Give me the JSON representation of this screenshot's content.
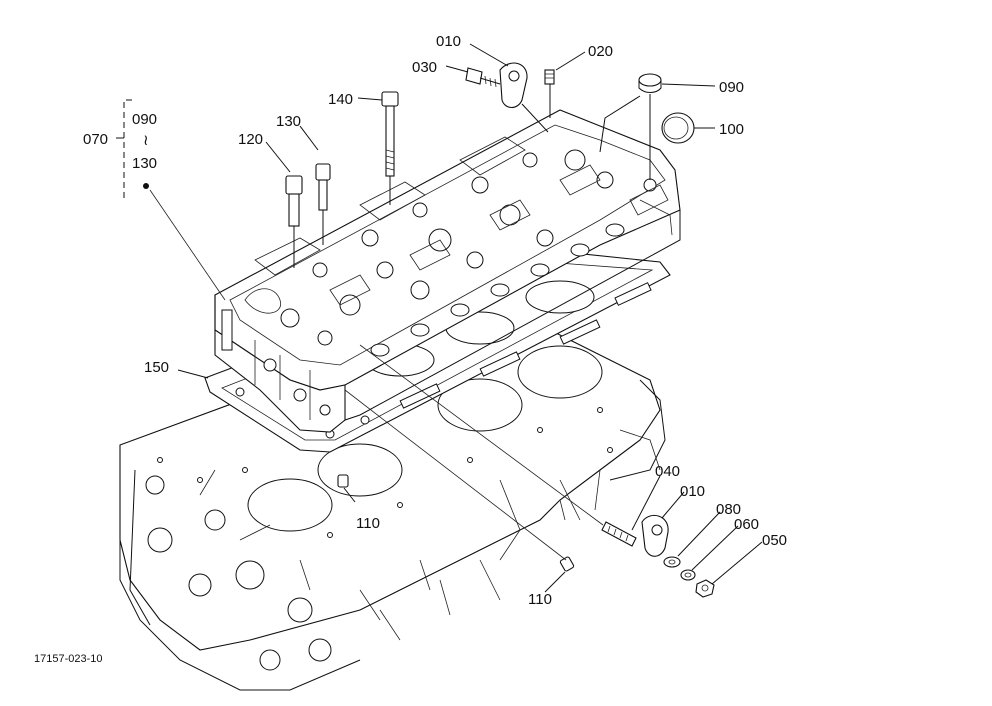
{
  "diagram": {
    "drawing_number": "17157-023-10",
    "callouts": [
      {
        "id": "c010a",
        "text": "010"
      },
      {
        "id": "c020",
        "text": "020"
      },
      {
        "id": "c030",
        "text": "030"
      },
      {
        "id": "c090a",
        "text": "090"
      },
      {
        "id": "c100",
        "text": "100"
      },
      {
        "id": "c140",
        "text": "140"
      },
      {
        "id": "c130a",
        "text": "130"
      },
      {
        "id": "c120",
        "text": "120"
      },
      {
        "id": "c070",
        "text": "070"
      },
      {
        "id": "c090b",
        "text": "090"
      },
      {
        "id": "c130b",
        "text": "130"
      },
      {
        "id": "c150",
        "text": "150"
      },
      {
        "id": "c110a",
        "text": "110"
      },
      {
        "id": "c110b",
        "text": "110"
      },
      {
        "id": "c040",
        "text": "040"
      },
      {
        "id": "c010b",
        "text": "010"
      },
      {
        "id": "c080",
        "text": "080"
      },
      {
        "id": "c060",
        "text": "060"
      },
      {
        "id": "c050",
        "text": "050"
      }
    ],
    "range_symbol": "≀"
  }
}
